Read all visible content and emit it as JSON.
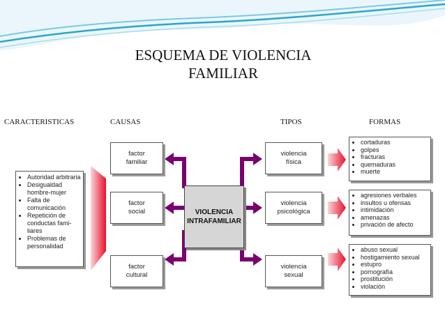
{
  "title_line1": "ESQUEMA DE VIOLENCIA",
  "title_line2": "FAMILIAR",
  "headers": {
    "caracteristicas": "CARACTERISTICAS",
    "causas": "CAUSAS",
    "tipos": "TIPOS",
    "formas": "FORMAS"
  },
  "caracteristicas": [
    "Autoridad arbitraria",
    "Desigualdad hombre-mujer",
    "Falta de comunicación",
    "Repetición de conductas fami-liares",
    "Problemas de personalidad"
  ],
  "causas": [
    {
      "l1": "factor",
      "l2": "familiar"
    },
    {
      "l1": "factor",
      "l2": "social"
    },
    {
      "l1": "factor",
      "l2": "cultural"
    }
  ],
  "center": {
    "l1": "VIOLENCIA",
    "l2": "INTRAFAMILIAR"
  },
  "tipos": [
    {
      "l1": "violencia",
      "l2": "física"
    },
    {
      "l1": "violencia",
      "l2": "psicológica"
    },
    {
      "l1": "violencia",
      "l2": "sexual"
    }
  ],
  "formas": {
    "fisica": [
      "cortaduras",
      "golpes",
      "fracturas",
      "quemaduras",
      "muerte"
    ],
    "psicologica": [
      "agresiones verbales",
      "insultos u ofensas",
      "intimidación",
      "amenazas",
      "privación de afecto"
    ],
    "sexual": [
      "abuso sexual",
      "hostigamiento sexual",
      "estupro",
      "pornografía",
      "prostitución",
      "violación"
    ]
  },
  "colors": {
    "connector": "#7a0070",
    "arrow": "#e8102a",
    "teal": "#2aa6c9"
  }
}
